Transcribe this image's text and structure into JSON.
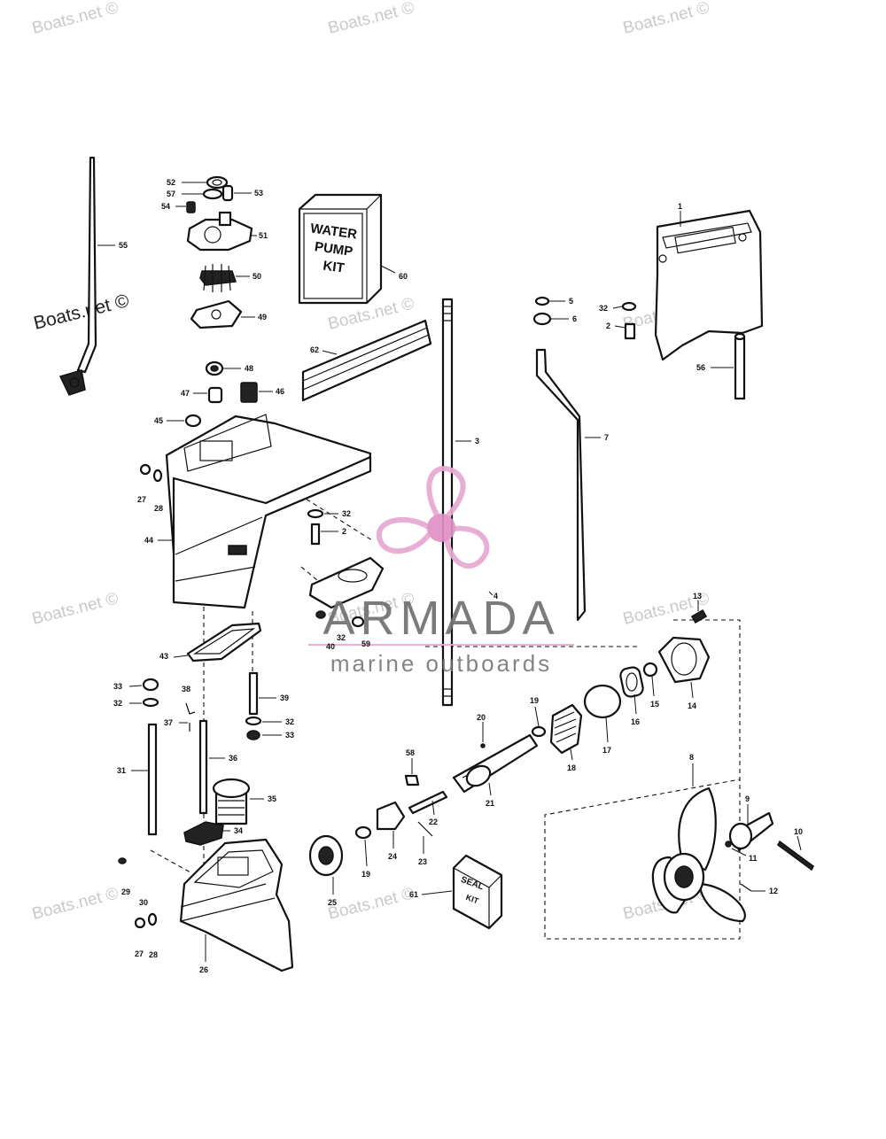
{
  "watermarks": {
    "top_left": "Boats.net ©",
    "top_mid": "Boats.net ©",
    "top_right": "Boats.net ©",
    "left_large": "Boats.net ©",
    "mid_1": "Boats.net ©",
    "mid_right": "Boats.net ©",
    "lower_left": "Boats.net ©",
    "lower_mid": "Boats.net ©",
    "lower_right": "Boats.net ©",
    "bottom_left": "Boats.net ©",
    "bottom_mid": "Boats.net ©",
    "bottom_right": "Boats.net ©"
  },
  "logo": {
    "name": "ARMADA",
    "tagline": "marine outboards",
    "colors": {
      "propeller": "#e8a8d2",
      "hub": "#e090c4",
      "text": "#707070",
      "line": "#e8a8d2"
    }
  },
  "kits": {
    "water_pump": [
      "WATER",
      "PUMP",
      "KIT"
    ],
    "seal": [
      "SEAL",
      "KIT"
    ]
  },
  "labels": {
    "p1": "1",
    "p2a": "2",
    "p2b": "2",
    "p3": "3",
    "p4": "4",
    "p5": "5",
    "p6": "6",
    "p7": "7",
    "p8": "8",
    "p9": "9",
    "p10": "10",
    "p11": "11",
    "p12": "12",
    "p13": "13",
    "p14": "14",
    "p15": "15",
    "p16": "16",
    "p17": "17",
    "p18": "18",
    "p19a": "19",
    "p19b": "19",
    "p20": "20",
    "p21": "21",
    "p22": "22",
    "p23": "23",
    "p24": "24",
    "p25": "25",
    "p26": "26",
    "p27a": "27",
    "p27b": "27",
    "p28a": "28",
    "p28b": "28",
    "p29": "29",
    "p30": "30",
    "p31": "31",
    "p32a": "32",
    "p32b": "32",
    "p32c": "32",
    "p32d": "32",
    "p32e": "32",
    "p33a": "33",
    "p33b": "33",
    "p34": "34",
    "p35": "35",
    "p36": "36",
    "p37": "37",
    "p38": "38",
    "p39": "39",
    "p40": "40",
    "p43": "43",
    "p44": "44",
    "p45": "45",
    "p46": "46",
    "p47": "47",
    "p48": "48",
    "p49": "49",
    "p50": "50",
    "p51": "51",
    "p52": "52",
    "p53": "53",
    "p54": "54",
    "p55": "55",
    "p56": "56",
    "p57": "57",
    "p58": "58",
    "p59": "59",
    "p60": "60",
    "p61": "61",
    "p62": "62"
  }
}
